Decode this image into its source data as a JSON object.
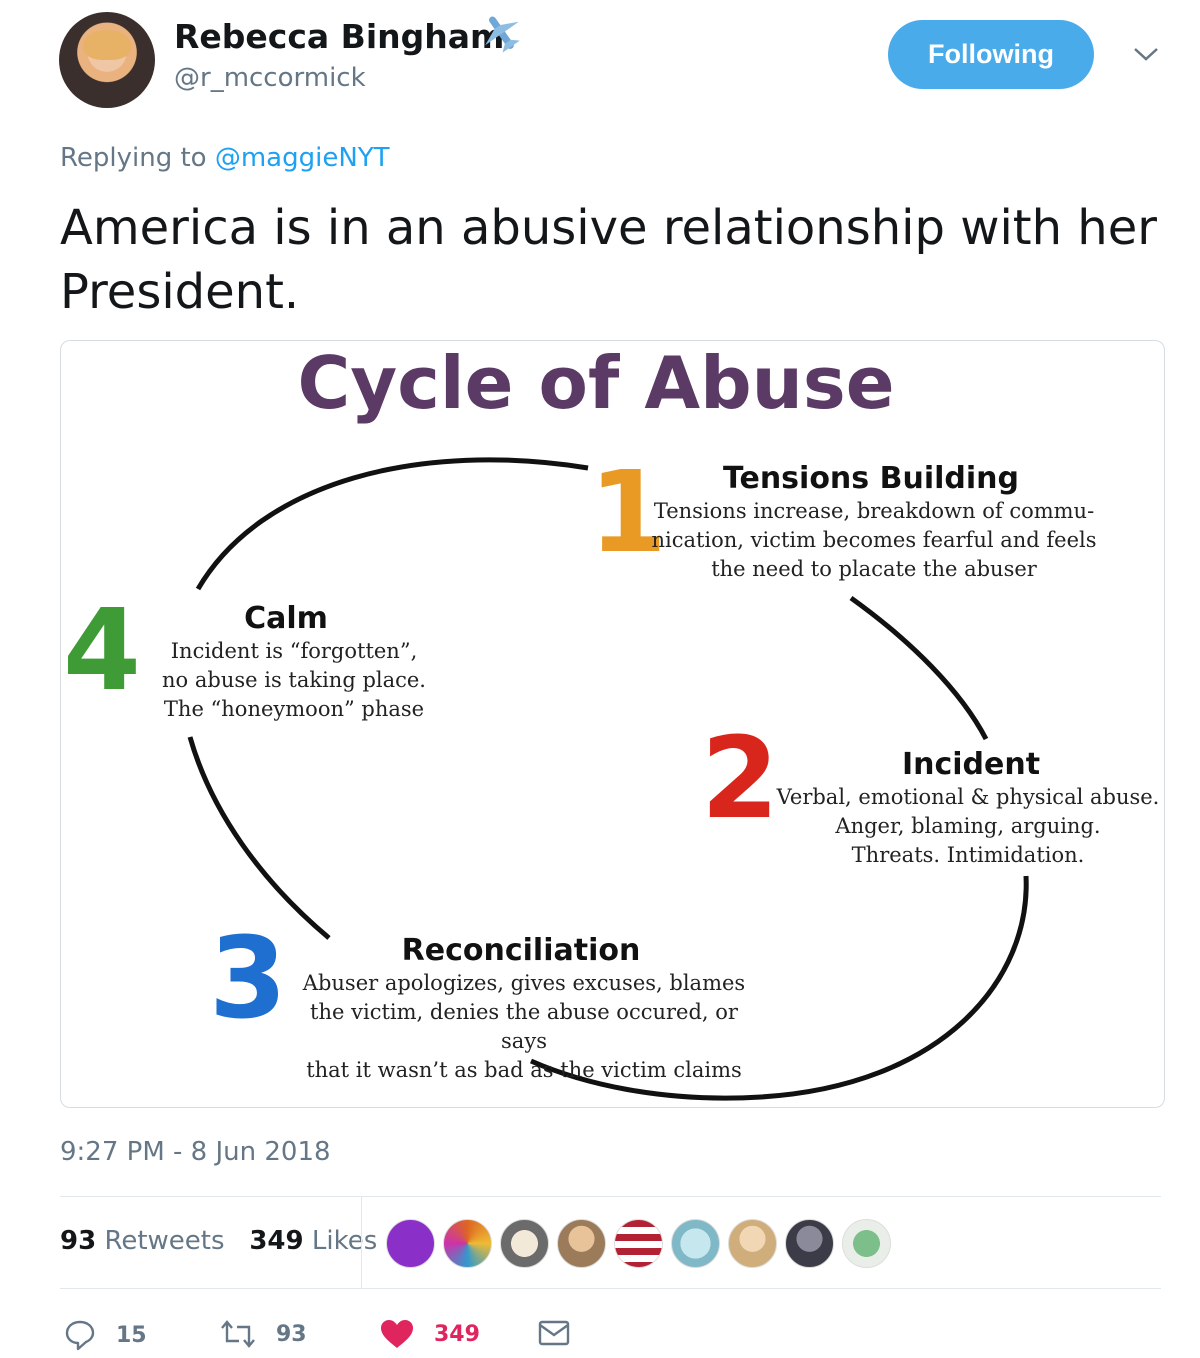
{
  "user": {
    "name": "Rebecca Bingham",
    "handle": "@r_mccormick",
    "follow_label": "Following"
  },
  "reply": {
    "prefix": "Replying to",
    "to": "@maggieNYT"
  },
  "tweet": {
    "text": "America is in an abusive relationship with her President.",
    "timestamp": "9:27 PM - 8 Jun 2018"
  },
  "image": {
    "title": "Cycle of Abuse",
    "stages": [
      {
        "number": "1",
        "color": "#e99a24",
        "heading": "Tensions Building",
        "lines": [
          "Tensions increase, breakdown of commu-",
          "nication, victim becomes fearful and feels",
          "the need to placate the abuser"
        ]
      },
      {
        "number": "2",
        "color": "#d9261c",
        "heading": "Incident",
        "lines": [
          "Verbal, emotional & physical abuse.",
          "Anger, blaming, arguing.",
          "Threats.  Intimidation."
        ]
      },
      {
        "number": "3",
        "color": "#1f6fd1",
        "heading": "Reconciliation",
        "lines": [
          "Abuser apologizes, gives excuses, blames",
          "the victim, denies the abuse occured, or says",
          "that it wasn’t as bad as the victim claims"
        ]
      },
      {
        "number": "4",
        "color": "#3e9b35",
        "heading": "Calm",
        "lines": [
          "Incident is “forgotten”,",
          "no abuse is taking place.",
          "The “honeymoon” phase"
        ]
      }
    ],
    "title_color": "#5b3a66"
  },
  "stats": {
    "retweets_count": "93",
    "retweets_label": "Retweets",
    "likes_count": "349",
    "likes_label": "Likes"
  },
  "actions": {
    "replies": "15",
    "retweets": "93",
    "likes": "349"
  },
  "colors": {
    "accent": "#1da1f2",
    "follow_button": "#4aabeb",
    "like": "#e0245e",
    "muted": "#657786"
  }
}
